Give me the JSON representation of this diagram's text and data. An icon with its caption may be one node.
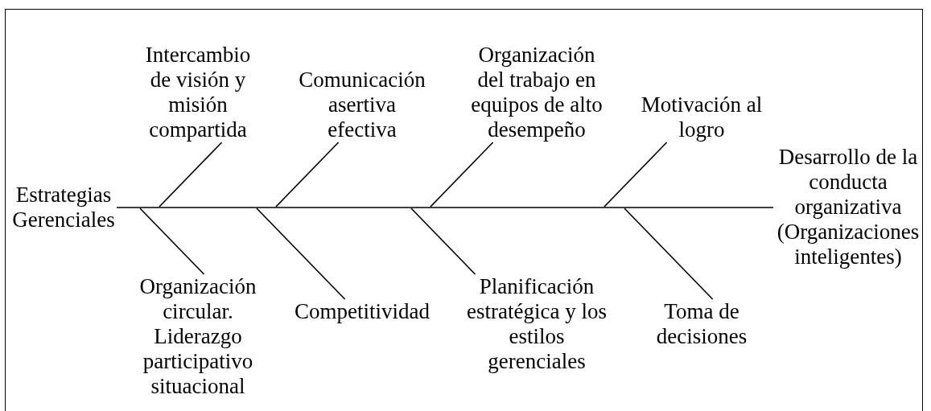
{
  "diagram": {
    "nodes": [
      {
        "text": [
          "Estrategias Gerenciales"
        ]
      },
      {
        "text": [
          "Intercambio de visión y misión compartida"
        ]
      },
      {
        "text": [
          "Comunicación asertiva efectiva"
        ]
      },
      {
        "text": [
          "Organización del trabajo en equipos de alto desempeño"
        ]
      },
      {
        "text": [
          "Motivación al logro"
        ]
      },
      {
        "text": [
          "Desarrollo de la conducta organizativa (Organizaciones inteligentes)"
        ]
      },
      {
        "text": [
          "Organización circular. Liderazgo participativo situacional"
        ]
      },
      {
        "text": [
          "Competitividad"
        ]
      },
      {
        "text": [
          "Planificación estratégica y los estilos gerenciales"
        ]
      },
      {
        "text": [
          "Toma de decisiones"
        ]
      }
    ],
    "edges": [
      {
        "from": 0,
        "to": 5,
        "arrow": "none"
      },
      {
        "from": 1,
        "to": null,
        "arrow": "none"
      },
      {
        "from": 2,
        "to": null,
        "arrow": "none"
      },
      {
        "from": 3,
        "to": null,
        "arrow": "none"
      },
      {
        "from": 4,
        "to": null,
        "arrow": "none"
      },
      {
        "from": 6,
        "to": null,
        "arrow": "none"
      },
      {
        "from": 7,
        "to": null,
        "arrow": "none"
      },
      {
        "from": 8,
        "to": null,
        "arrow": "none"
      },
      {
        "from": 9,
        "to": null,
        "arrow": "none"
      }
    ]
  }
}
